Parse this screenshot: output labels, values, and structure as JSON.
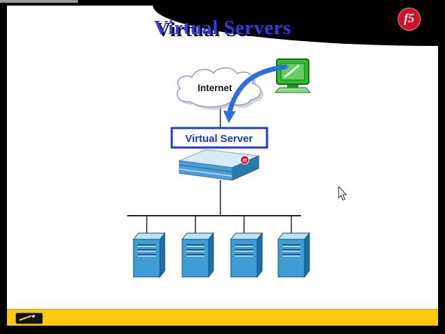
{
  "slide": {
    "title": "Virtual Servers",
    "logo_text": "f5",
    "diagram": {
      "internet_label": "Internet",
      "virtual_server_label": "Virtual Server",
      "server_count": 4
    },
    "icons": {
      "logo": "f5-ball-logo",
      "cloud": "internet-cloud-icon",
      "computer": "desktop-computer-icon",
      "appliance": "bigip-load-balancer-icon",
      "servers": "server-tower-icon",
      "pen": "pen-tool-icon",
      "cursor": "mouse-cursor-arrow"
    },
    "colors": {
      "frame_bg": "#000000",
      "slide_bg": "#FFFFFF",
      "title_blue": "#3A3ACC",
      "title_shadow": "#000838",
      "footer_yellow": "#FFC90E",
      "f5_red": "#CE1126",
      "arrow_blue": "#2E6FE0",
      "server_front": "#3E9CD6",
      "server_top": "#BFE0F2",
      "server_side": "#1E6FA6"
    }
  }
}
